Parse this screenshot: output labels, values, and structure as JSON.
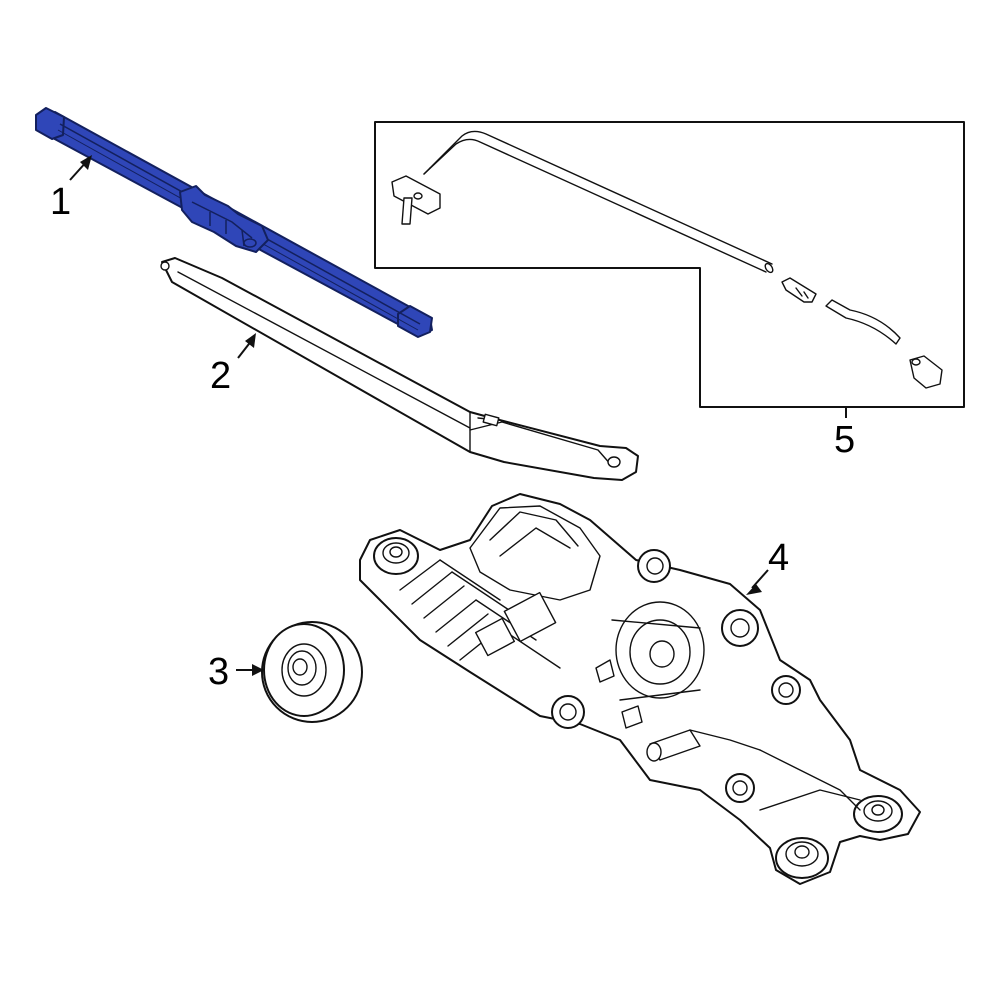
{
  "colors": {
    "highlight": "#2f46b8",
    "highlight_dark": "#13205e",
    "line": "#111111",
    "background": "#ffffff"
  },
  "callouts": {
    "part1": "1",
    "part2": "2",
    "part3": "3",
    "part4": "4",
    "part5": "5"
  }
}
